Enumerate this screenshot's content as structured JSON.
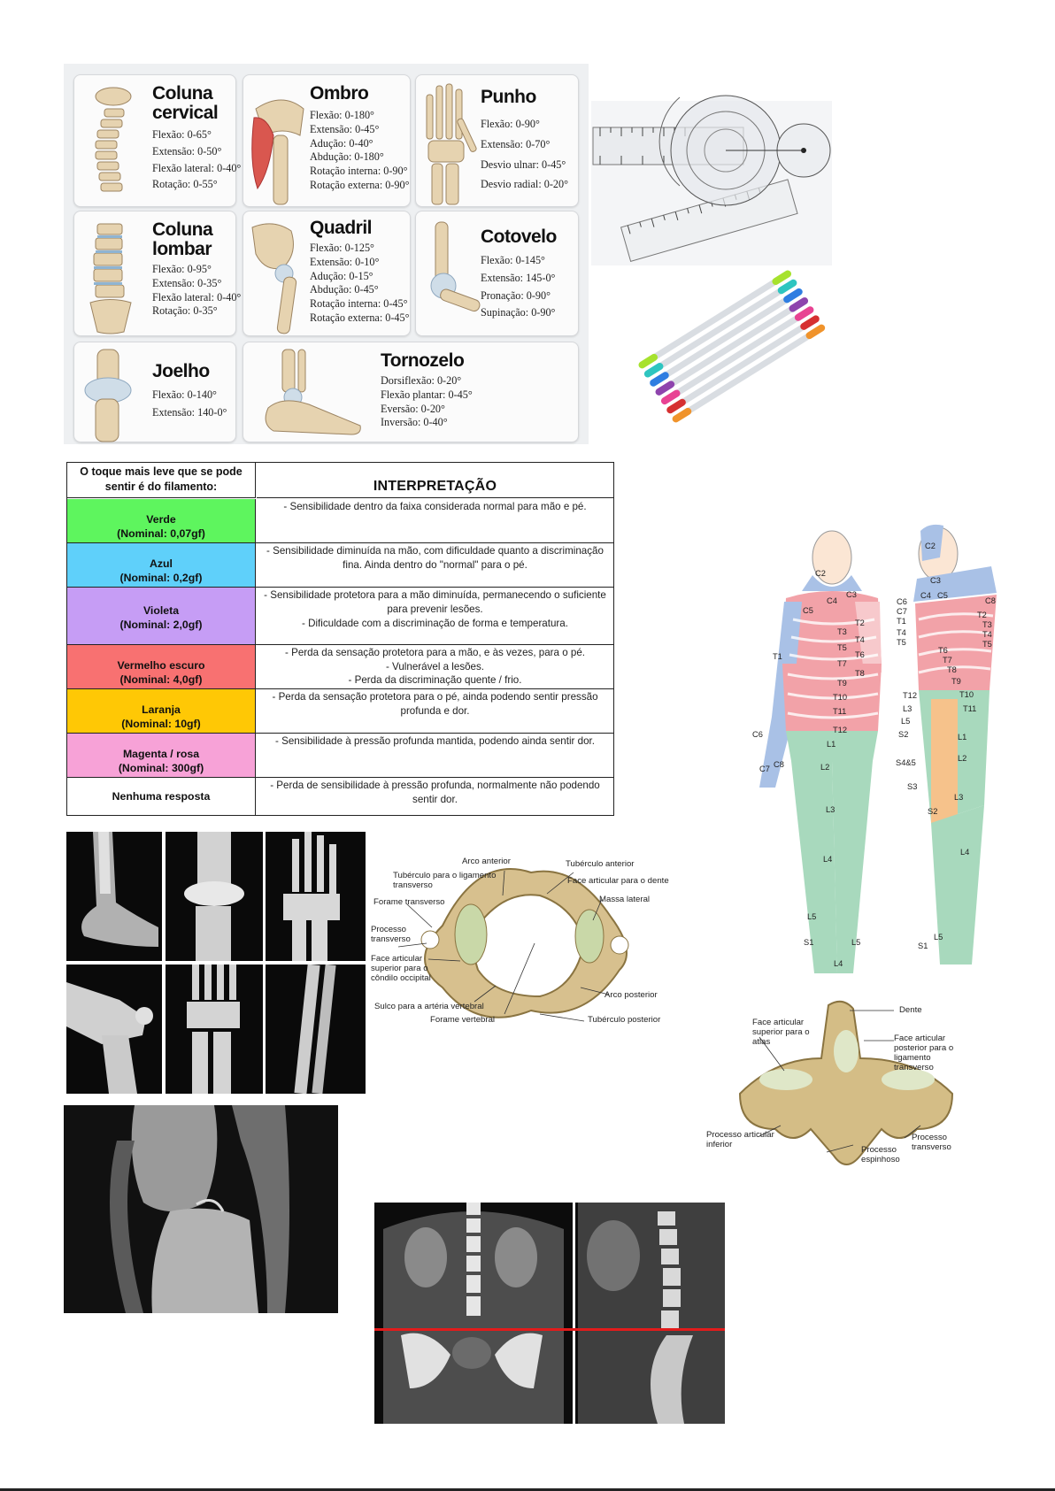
{
  "rom": {
    "cards": [
      {
        "title": "Coluna\ncervical",
        "lines": [
          "Flexão: 0-65°",
          "Extensão: 0-50°",
          "Flexão lateral: 0-40°",
          "Rotação: 0-55°"
        ]
      },
      {
        "title": "Ombro",
        "lines": [
          "Flexão: 0-180°",
          "Extensão: 0-45°",
          "Adução: 0-40°",
          "Abdução: 0-180°",
          "Rotação interna: 0-90°",
          "Rotação externa: 0-90°"
        ]
      },
      {
        "title": "Punho",
        "lines": [
          "Flexão: 0-90°",
          "Extensão: 0-70°",
          "Desvio ulnar: 0-45°",
          "Desvio radial: 0-20°"
        ]
      },
      {
        "title": "Coluna\nlombar",
        "lines": [
          "Flexão: 0-95°",
          "Extensão: 0-35°",
          "Flexão lateral: 0-40°",
          "Rotação: 0-35°"
        ]
      },
      {
        "title": "Quadril",
        "lines": [
          "Flexão: 0-125°",
          "Extensão: 0-10°",
          "Adução: 0-15°",
          "Abdução: 0-45°",
          "Rotação interna: 0-45°",
          "Rotação externa: 0-45°"
        ]
      },
      {
        "title": "Cotovelo",
        "lines": [
          "Flexão: 0-145°",
          "Extensão: 145-0°",
          "Pronação: 0-90°",
          "Supinação: 0-90°"
        ]
      },
      {
        "title": "Joelho",
        "lines": [
          "Flexão: 0-140°",
          "Extensão: 140-0°"
        ]
      },
      {
        "title": "Tornozelo",
        "lines": [
          "Dorsiflexão: 0-20°",
          "Flexão plantar: 0-45°",
          "Eversão: 0-20°",
          "Inversão: 0-40°"
        ]
      }
    ]
  },
  "monofilament_table": {
    "header_left": "O toque mais leve que se pode sentir é do filamento:",
    "header_right": "INTERPRETAÇÃO",
    "rows": [
      {
        "filament": "Verde",
        "nominal": "(Nominal: 0,07gf)",
        "color": "#5ef55e",
        "interpretation": "- Sensibilidade dentro da faixa considerada normal para mão e pé."
      },
      {
        "filament": "Azul",
        "nominal": "(Nominal: 0,2gf)",
        "color": "#5fd0fa",
        "interpretation": "- Sensibilidade diminuída na mão, com dificuldade quanto a discriminação fina. Ainda dentro do \"normal\" para o pé."
      },
      {
        "filament": "Violeta",
        "nominal": "(Nominal: 2,0gf)",
        "color": "#c69df5",
        "interpretation": "- Sensibilidade protetora para a mão diminuída, permanecendo o suficiente para prevenir lesões.\n- Dificuldade com a discriminação de forma e temperatura."
      },
      {
        "filament": "Vermelho escuro",
        "nominal": "(Nominal: 4,0gf)",
        "color": "#f87171",
        "interpretation": "- Perda da sensação protetora para a mão, e às vezes, para o pé.\n- Vulnerável a lesões.\n- Perda da discriminação quente / frio."
      },
      {
        "filament": "Laranja",
        "nominal": "(Nominal: 10gf)",
        "color": "#ffc805",
        "interpretation": "- Perda da sensação protetora para o pé, ainda podendo sentir pressão profunda e dor."
      },
      {
        "filament": "Magenta / rosa",
        "nominal": "(Nominal: 300gf)",
        "color": "#f7a2d7",
        "interpretation": "- Sensibilidade à pressão profunda mantida, podendo ainda sentir dor."
      },
      {
        "filament": "Nenhuma resposta",
        "nominal": "",
        "color": "#ffffff",
        "interpretation": "- Perda de sensibilidade à pressão profunda, normalmente não podendo sentir dor."
      }
    ]
  },
  "atlas_labels": {
    "arco_anterior": "Arco anterior",
    "tuberculo_anterior": "Tubérculo anterior",
    "tuberculo_lig": "Tubérculo para o ligamento transverso",
    "face_dente": "Face articular para o dente",
    "forame_transverso": "Forame transverso",
    "massa_lateral": "Massa lateral",
    "processo_transverso": "Processo transverso",
    "face_condilo": "Face articular superior para o côndilo occipital",
    "arco_posterior": "Arco posterior",
    "sulco": "Sulco para a artéria vertebral",
    "forame_vertebral": "Forame vertebral",
    "tuberculo_posterior": "Tubérculo posterior"
  },
  "axis_labels": {
    "dente": "Dente",
    "face_atlas": "Face articular superior para o atlas",
    "face_posterior": "Face articular posterior para o ligamento transverso",
    "proc_art_inf": "Processo articular inferior",
    "proc_espinhoso": "Processo espinhoso",
    "proc_transverso": "Processo transverso"
  },
  "dermatomes": {
    "front": [
      "C2",
      "C3",
      "C4",
      "C5",
      "T1",
      "T2",
      "T3",
      "T4",
      "T5",
      "T6",
      "T7",
      "T8",
      "T9",
      "T10",
      "T11",
      "T12",
      "L1",
      "L2",
      "L3",
      "L4",
      "L5",
      "S1",
      "L5",
      "L4",
      "C6",
      "C7",
      "C8"
    ],
    "side": [
      "C2",
      "C3",
      "C4",
      "C5",
      "C6",
      "C7",
      "T1",
      "T4",
      "T5",
      "C8",
      "T2",
      "T3",
      "T4",
      "T5",
      "T6",
      "T7",
      "T8",
      "T9",
      "T10",
      "T11",
      "T12",
      "L3",
      "L5",
      "S2",
      "L1",
      "L2",
      "S4&5",
      "S3",
      "L3",
      "S2",
      "L4",
      "L5",
      "S1"
    ]
  },
  "colors": {
    "dermatome_blue": "#a9c1e6",
    "dermatome_red": "#f2a2a8",
    "dermatome_green": "#a8d9bd",
    "dermatome_orange": "#f6c28b",
    "ct_red_line": "#e31b1b"
  }
}
